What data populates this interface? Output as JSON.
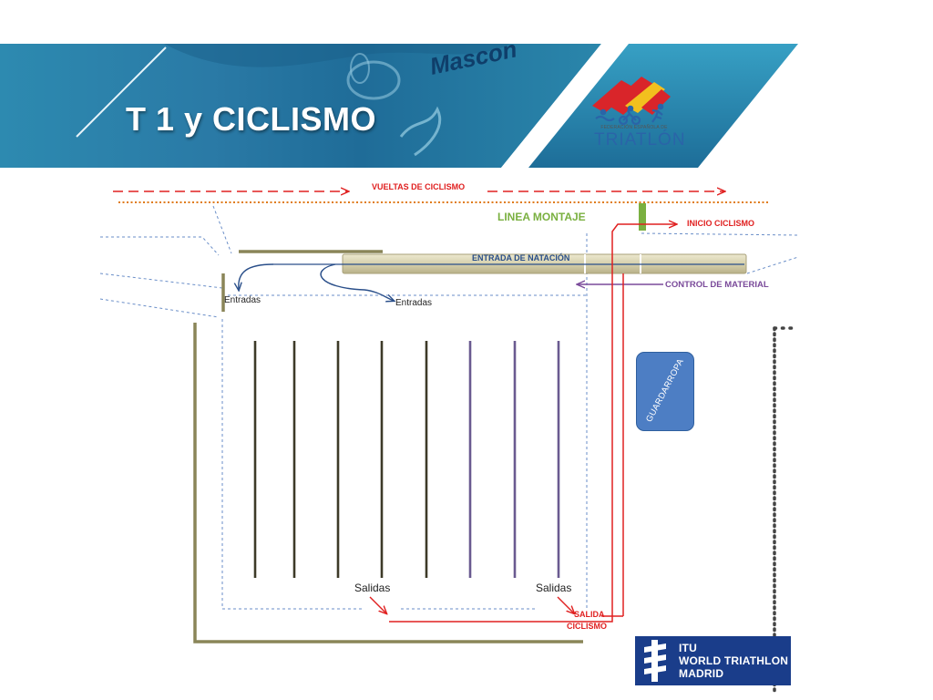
{
  "slide": {
    "title": "T 1 y CICLISMO",
    "banner_text_fragment": "Mascon"
  },
  "federation_logo": {
    "small_text": "FEDERACIÓN ESPAÑOLA DE",
    "big_text": "TRIATLÓN",
    "icon": "swim-bike-run-icon"
  },
  "diagram": {
    "vueltas_ciclismo": "VUELTAS DE CICLISMO",
    "linea_montaje": "LINEA MONTAJE",
    "inicio_ciclismo": "INICIO CICLISMO",
    "entrada_natacion": "ENTRADA DE NATACIÓN",
    "control_material": "CONTROL DE MATERIAL",
    "entradas_left": "Entradas",
    "entradas_center": "Entradas",
    "guardarropa": "GUARDARROPA",
    "salidas_left": "Salidas",
    "salidas_right": "Salidas",
    "salida_ciclismo_line1": "SALIDA",
    "salida_ciclismo_line2": "CICLISMO",
    "rack_count": 8
  },
  "itu_logo": {
    "line1": "ITU",
    "line2": "WORLD TRIATHLON",
    "line3": "MADRID"
  },
  "colors": {
    "banner_blue": "#2a7fa8",
    "red_route": "#e02020",
    "orange_line": "#e07b1a",
    "green_montaje": "#7ab040",
    "purple_control": "#7a4a9a",
    "olive_fence": "#8a8558",
    "rack_dark": "#3d3a28",
    "rack_purple": "#6a5a90",
    "itu_blue": "#1a3d8a"
  }
}
